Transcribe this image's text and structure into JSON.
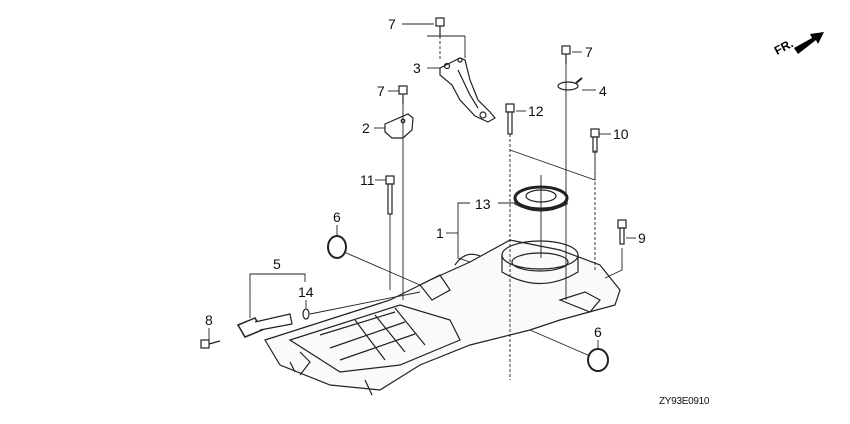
{
  "diagram": {
    "code": "ZY93E0910",
    "direction_label": "FR.",
    "callouts": [
      {
        "id": "c1",
        "text": "1"
      },
      {
        "id": "c2",
        "text": "2"
      },
      {
        "id": "c3",
        "text": "3"
      },
      {
        "id": "c4",
        "text": "4"
      },
      {
        "id": "c5",
        "text": "5"
      },
      {
        "id": "c6a",
        "text": "6"
      },
      {
        "id": "c6b",
        "text": "6"
      },
      {
        "id": "c7a",
        "text": "7"
      },
      {
        "id": "c7b",
        "text": "7"
      },
      {
        "id": "c7c",
        "text": "7"
      },
      {
        "id": "c8",
        "text": "8"
      },
      {
        "id": "c9",
        "text": "9"
      },
      {
        "id": "c10",
        "text": "10"
      },
      {
        "id": "c11",
        "text": "11"
      },
      {
        "id": "c12",
        "text": "12"
      },
      {
        "id": "c13",
        "text": "13"
      },
      {
        "id": "c14",
        "text": "14"
      }
    ]
  }
}
